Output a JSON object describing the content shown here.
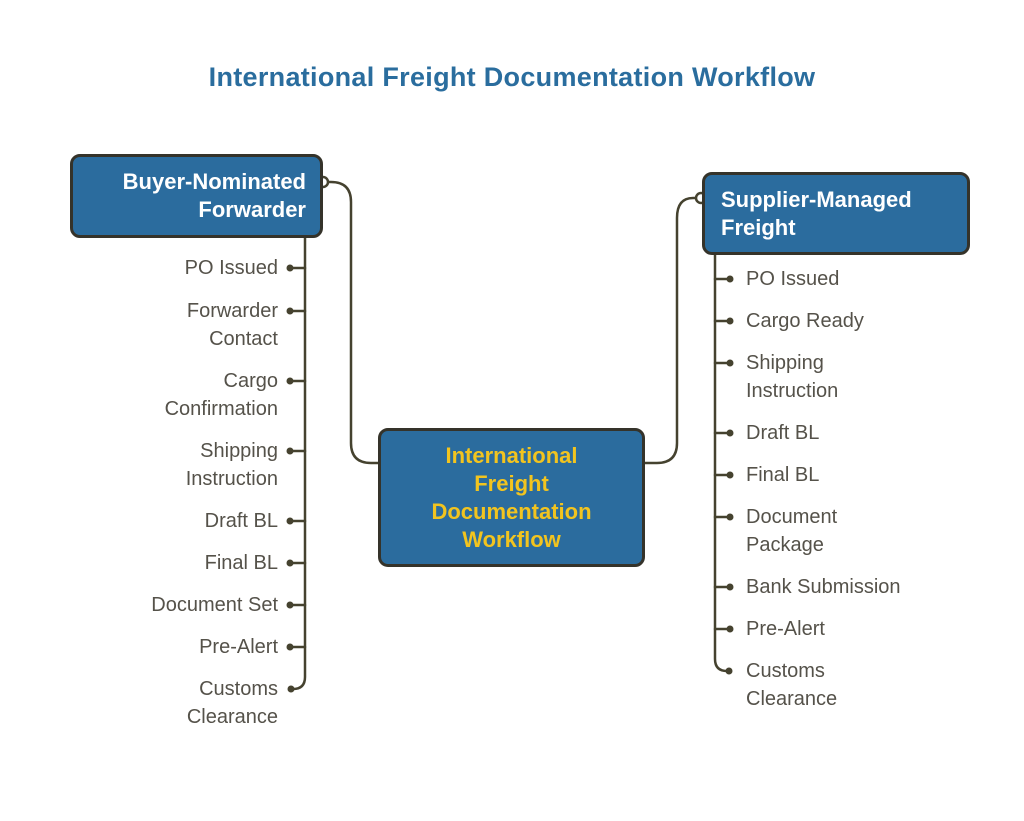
{
  "title": "International Freight Documentation Workflow",
  "colors": {
    "node_fill": "#2b6c9e",
    "node_border": "#35332a",
    "line": "#45422f",
    "item_text": "#55524a",
    "title_text": "#2a6d9e",
    "center_text": "#f2c41f"
  },
  "center_node": {
    "label": "International\nFreight\nDocumentation\nWorkflow"
  },
  "left_branch": {
    "label": "Buyer-Nominated\nForwarder",
    "items": [
      "PO Issued",
      "Forwarder\nContact",
      "Cargo\nConfirmation",
      "Shipping\nInstruction",
      "Draft BL",
      "Final BL",
      "Document Set",
      "Pre-Alert",
      "Customs\nClearance"
    ]
  },
  "right_branch": {
    "label": "Supplier-Managed\nFreight",
    "items": [
      "PO Issued",
      "Cargo Ready",
      "Shipping\nInstruction",
      "Draft BL",
      "Final BL",
      "Document\nPackage",
      "Bank Submission",
      "Pre-Alert",
      "Customs\nClearance"
    ]
  }
}
